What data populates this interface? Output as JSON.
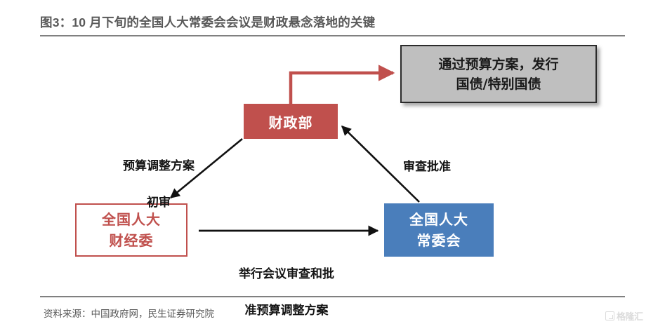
{
  "figure": {
    "title": "图3：10 月下旬的全国人大常委会会议是财政悬念落地的关键",
    "source": "资料来源：中国政府网，民生证券研究院"
  },
  "watermark": {
    "text": "格隆汇",
    "logo_icon": "gelonghui-logo-icon"
  },
  "nodes": [
    {
      "id": "gray-box",
      "line1": "通过预算方案，发行",
      "line2": "国债/特别国债",
      "fill": "#bfbfbf",
      "border": "#2b2b2b",
      "text_color": "#1a1a1a"
    },
    {
      "id": "mof-box",
      "line1": "财政部",
      "fill": "#c0504d",
      "text_color": "#ffffff"
    },
    {
      "id": "npc-finance-committee-box",
      "line1": "全国人大",
      "line2": "财经委",
      "fill": "#ffffff",
      "border": "#c0504d",
      "text_color": "#c0504d"
    },
    {
      "id": "npc-standing-committee-box",
      "line1": "全国人大",
      "line2": "常委会",
      "fill": "#4a7ebb",
      "text_color": "#ffffff"
    }
  ],
  "edges": [
    {
      "id": "mof-to-gray",
      "label": "",
      "color": "#c0504d",
      "from": "mof-box",
      "to": "gray-box"
    },
    {
      "id": "mof-to-finance-committee",
      "label_line1": "预算调整方案",
      "label_line2": "初审",
      "color": "#000000",
      "from": "mof-box",
      "to": "npc-finance-committee-box"
    },
    {
      "id": "standing-committee-to-mof",
      "label_line1": "审查批准",
      "label_line2": "",
      "color": "#000000",
      "from": "npc-standing-committee-box",
      "to": "mof-box"
    },
    {
      "id": "finance-committee-to-standing-committee",
      "label_line1": "举行会议审查和批",
      "label_line2": "准预算调整方案",
      "color": "#000000",
      "from": "npc-finance-committee-box",
      "to": "npc-standing-committee-box"
    }
  ],
  "colors": {
    "accent_red": "#c0504d",
    "accent_blue": "#4a7ebb",
    "accent_gray": "#bfbfbf",
    "rule": "#808080",
    "title_text": "#595959"
  }
}
